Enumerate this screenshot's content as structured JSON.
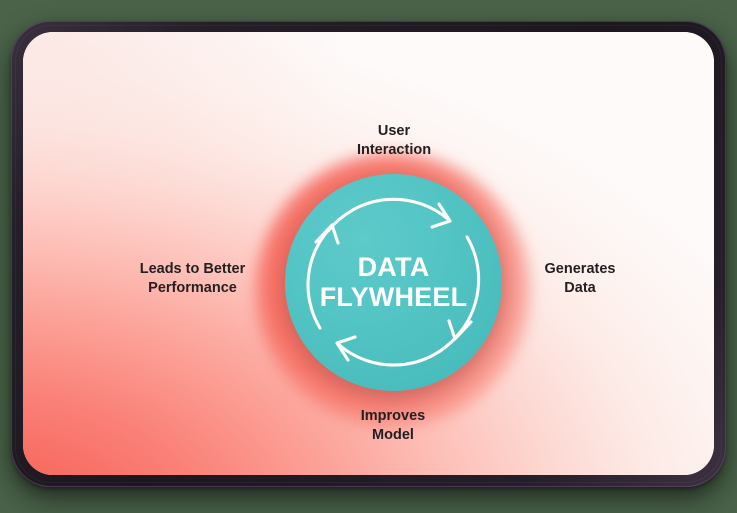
{
  "diagram": {
    "title": "Data Flywheel cycle diagram",
    "center": {
      "line1": "DATA",
      "line2": "FLYWHEEL"
    },
    "stages": [
      {
        "id": "user-interaction",
        "position": "top",
        "line1": "User",
        "line2": "Interaction"
      },
      {
        "id": "generates-data",
        "position": "right",
        "line1": "Generates",
        "line2": "Data"
      },
      {
        "id": "improves-model",
        "position": "bottom",
        "line1": "Improves",
        "line2": "Model"
      },
      {
        "id": "leads-to-better-performance",
        "position": "left",
        "line1": "Leads to Better",
        "line2": "Performance"
      }
    ],
    "arrows": {
      "direction": "clockwise",
      "count": 4,
      "color": "#ffffff"
    },
    "colors": {
      "circle_teal": "#52c3c3",
      "glow_red": "#f4564a",
      "screen_coral": "#f4615a",
      "screen_white": "#fdfaf9",
      "label_text": "#231f20",
      "center_text": "#ffffff",
      "bezel": "#241e28",
      "bezel_rim": "#784882",
      "backdrop": "#4a6349"
    }
  }
}
